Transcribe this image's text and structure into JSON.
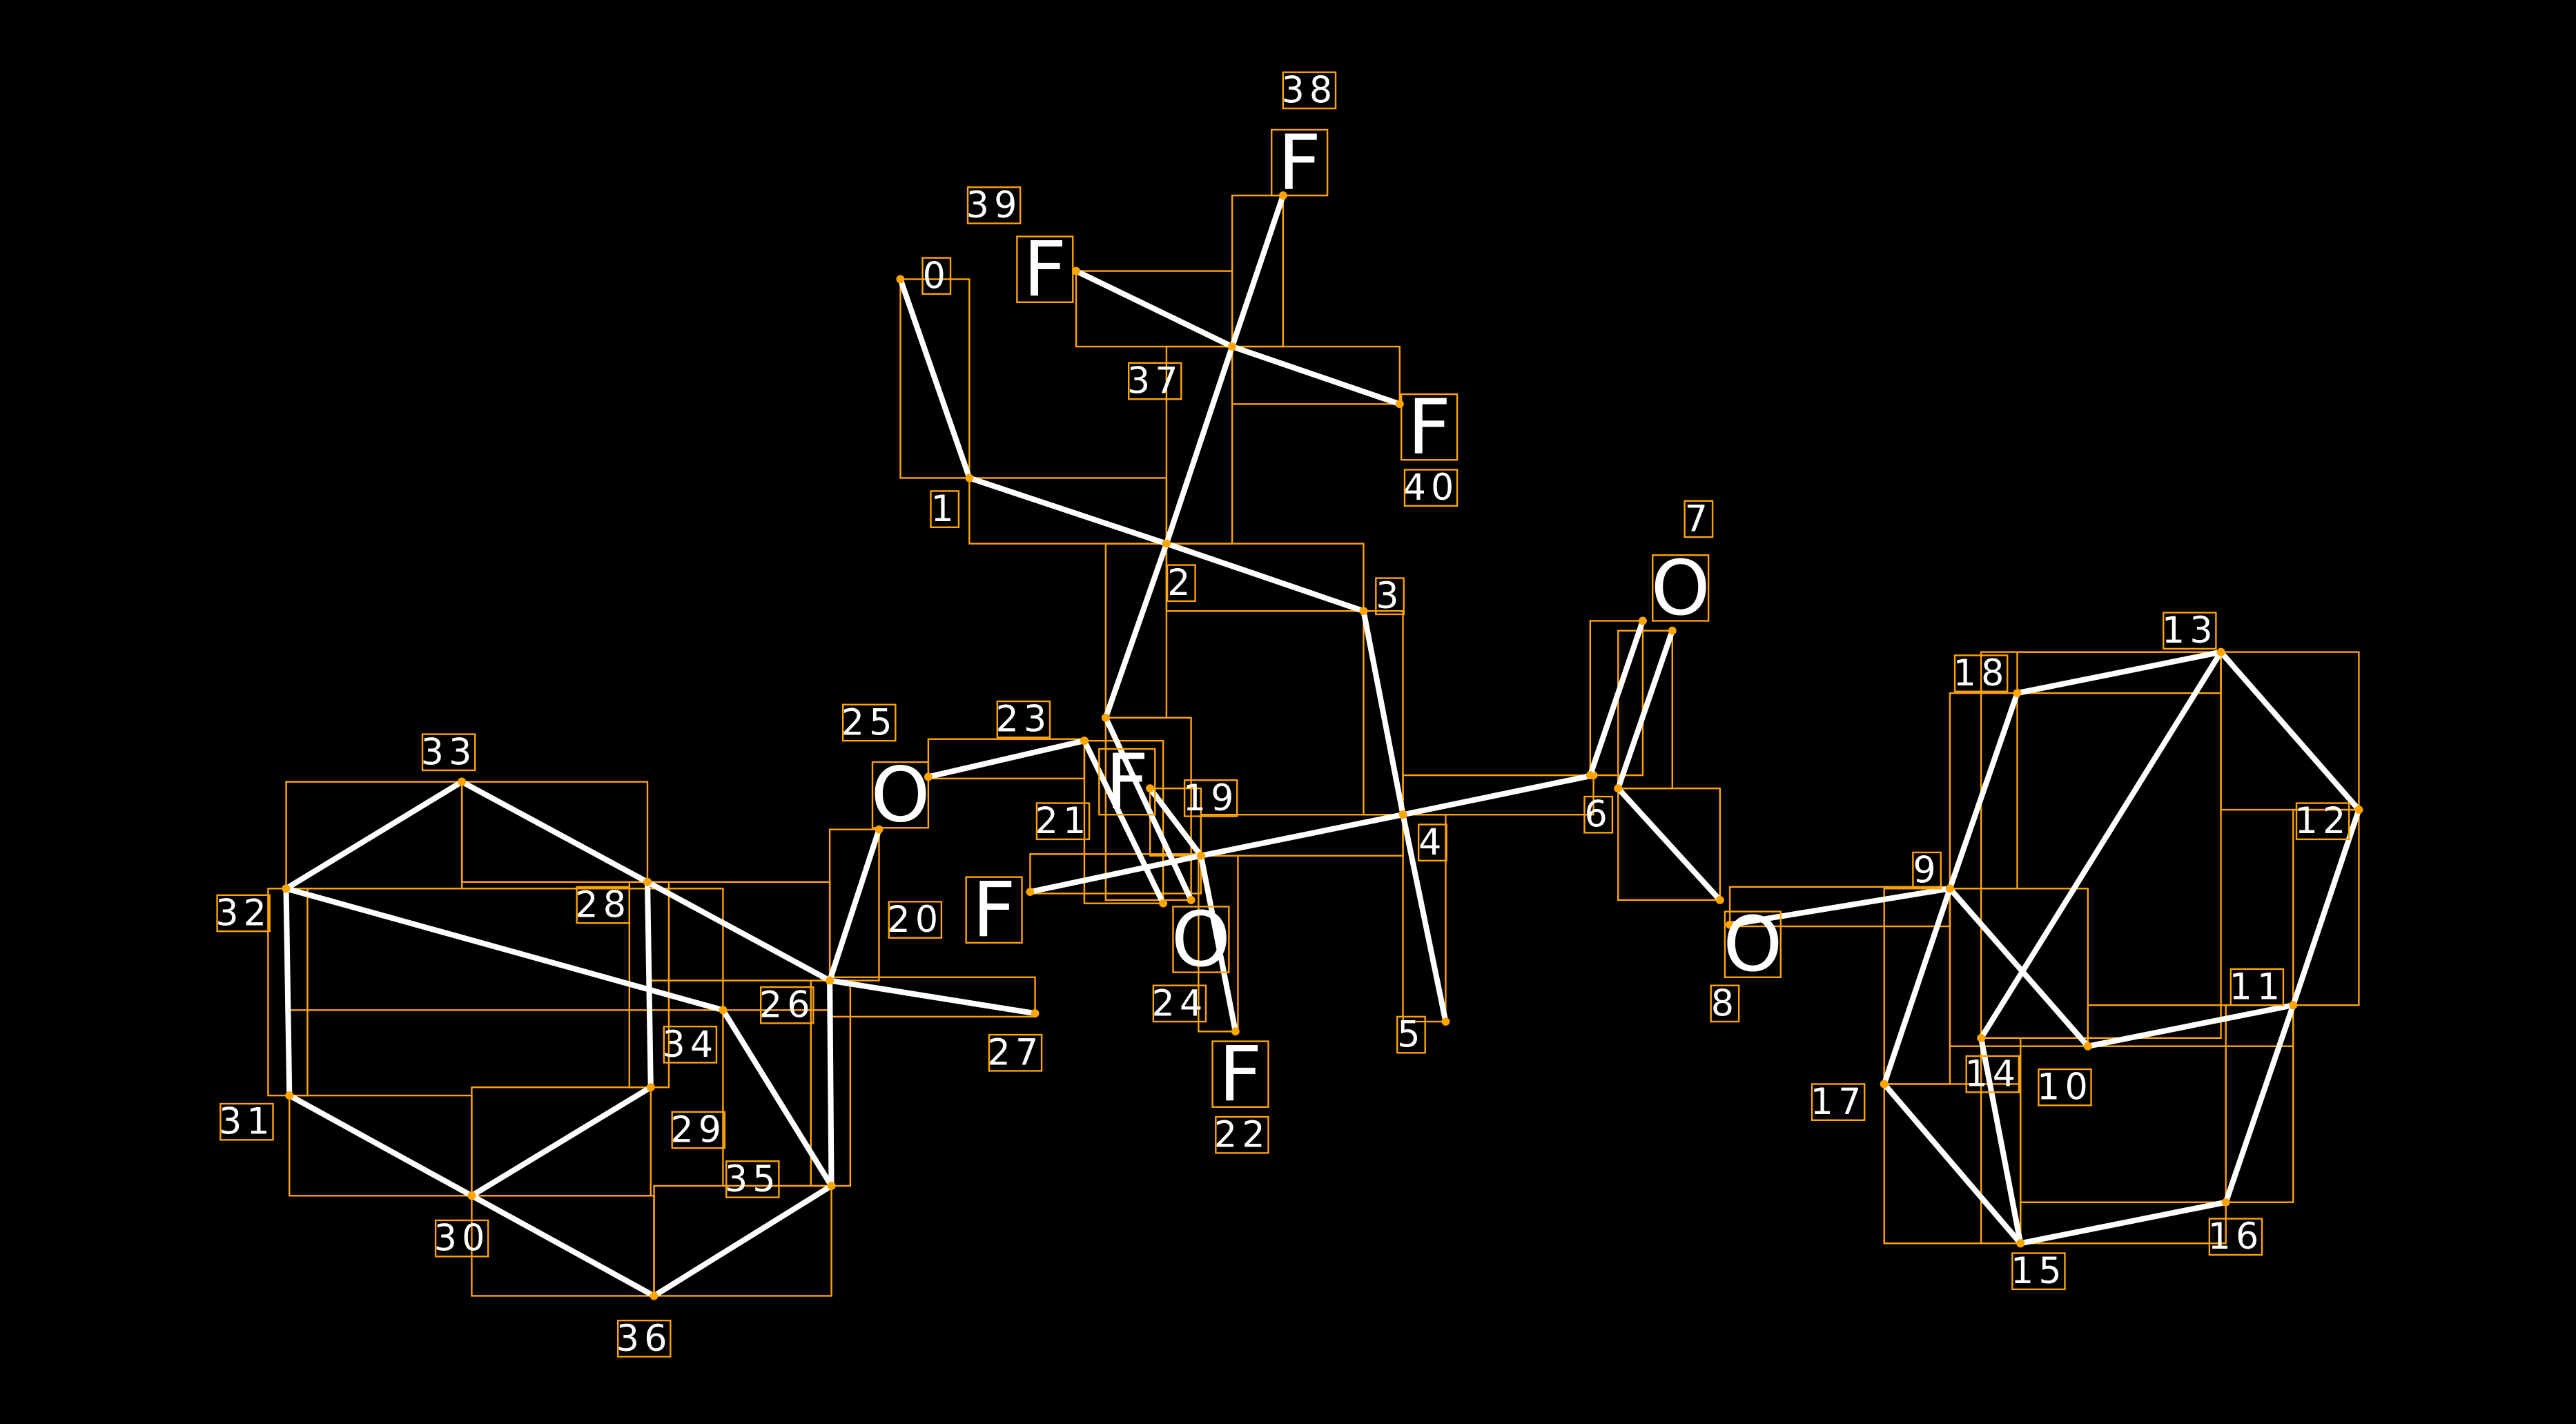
{
  "colors": {
    "background": "#000000",
    "bond": "#FFFFFF",
    "annotation": "#FFA500"
  },
  "atom_indices": [
    "0",
    "1",
    "2",
    "3",
    "4",
    "5",
    "6",
    "7",
    "8",
    "9",
    "10",
    "11",
    "12",
    "13",
    "14",
    "15",
    "16",
    "17",
    "18",
    "19",
    "20",
    "21",
    "22",
    "23",
    "24",
    "25",
    "26",
    "27",
    "28",
    "29",
    "30",
    "31",
    "32",
    "33",
    "34",
    "35",
    "36",
    "37",
    "38",
    "39",
    "40"
  ],
  "element_labels": [
    "F",
    "F",
    "F",
    "O",
    "O",
    "F",
    "F",
    "O",
    "F",
    "O"
  ]
}
